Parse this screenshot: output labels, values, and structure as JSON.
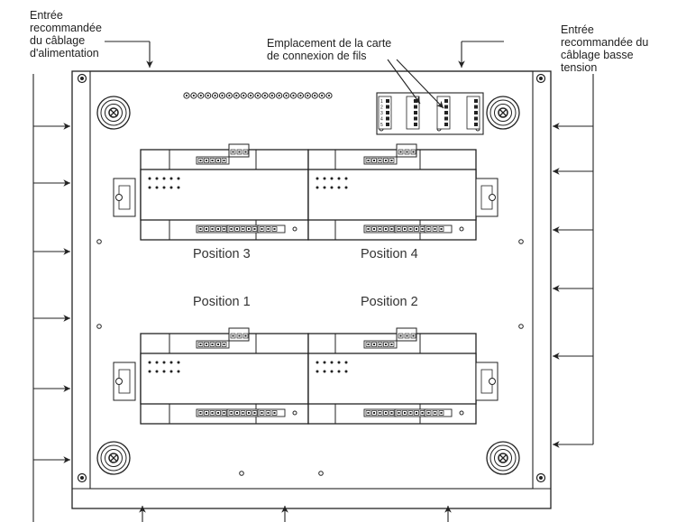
{
  "labels": {
    "power_entry": [
      "Entrée",
      "recommandée",
      "du câblage",
      "d'alimentation"
    ],
    "wire_card": [
      "Emplacement de la carte",
      "de connexion de fils"
    ],
    "low_voltage_entry": [
      "Entrée",
      "recommandée du",
      "câblage basse",
      "tension"
    ]
  },
  "positions": {
    "p1": "Position 1",
    "p2": "Position 2",
    "p3": "Position 3",
    "p4": "Position 4"
  },
  "card_digits": "12345"
}
